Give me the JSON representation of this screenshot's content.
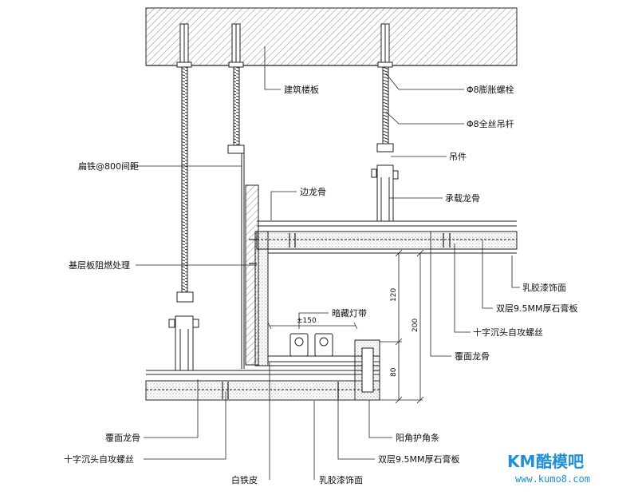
{
  "labels": {
    "slab": "建筑楼板",
    "bolt": "Φ8膨胀螺栓",
    "rod": "Φ8全丝吊杆",
    "hanger": "吊件",
    "main_keel": "承载龙骨",
    "flat_iron": "扁铁@800间距",
    "edge_keel": "边龙骨",
    "base_board": "基层板阻燃处理",
    "latex_paint_r": "乳胶漆饰面",
    "gypsum_r": "双层9.5MM厚石膏板",
    "screw_r": "十字沉头自攻螺丝",
    "cover_keel_r": "覆面龙骨",
    "light_strip": "暗藏灯带",
    "light_dim": "±150",
    "corner_bead": "阳角护角条",
    "cover_keel_l": "覆面龙骨",
    "screw_l": "十字沉头自攻螺丝",
    "white_iron": "白铁皮",
    "gypsum_l": "双层9.5MM厚石膏板",
    "latex_paint_l": "乳胶漆饰面"
  },
  "dimensions": {
    "d120": "120",
    "d200": "200",
    "d80": "80"
  },
  "watermark": {
    "brand_prefix": "KM",
    "brand_cn": "酷模吧",
    "url": "www.kumo8.com",
    "color": "#1f8fd6"
  }
}
